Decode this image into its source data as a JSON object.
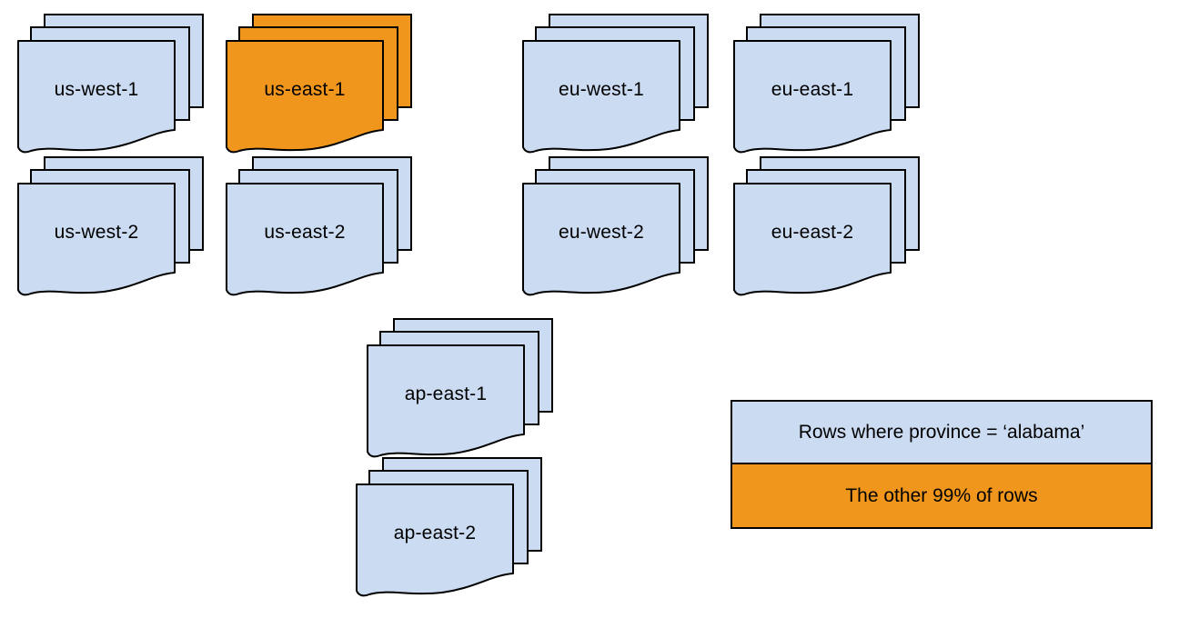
{
  "palette": {
    "region_fill": "#cbdbf1",
    "highlight_fill": "#f0961d",
    "stroke": "#000000",
    "background": "#ffffff"
  },
  "regions": [
    {
      "label": "us-west-1",
      "highlight": false
    },
    {
      "label": "us-east-1",
      "highlight": true
    },
    {
      "label": "eu-west-1",
      "highlight": false
    },
    {
      "label": "eu-east-1",
      "highlight": false
    },
    {
      "label": "us-west-2",
      "highlight": false
    },
    {
      "label": "us-east-2",
      "highlight": false
    },
    {
      "label": "eu-west-2",
      "highlight": false
    },
    {
      "label": "eu-east-2",
      "highlight": false
    },
    {
      "label": "ap-east-1",
      "highlight": false
    },
    {
      "label": "ap-east-2",
      "highlight": false
    }
  ],
  "legend": {
    "items": [
      {
        "label": "Rows where province = ‘alabama’",
        "fill_key": "region_fill"
      },
      {
        "label": "The other 99% of rows",
        "fill_key": "highlight_fill"
      }
    ]
  }
}
